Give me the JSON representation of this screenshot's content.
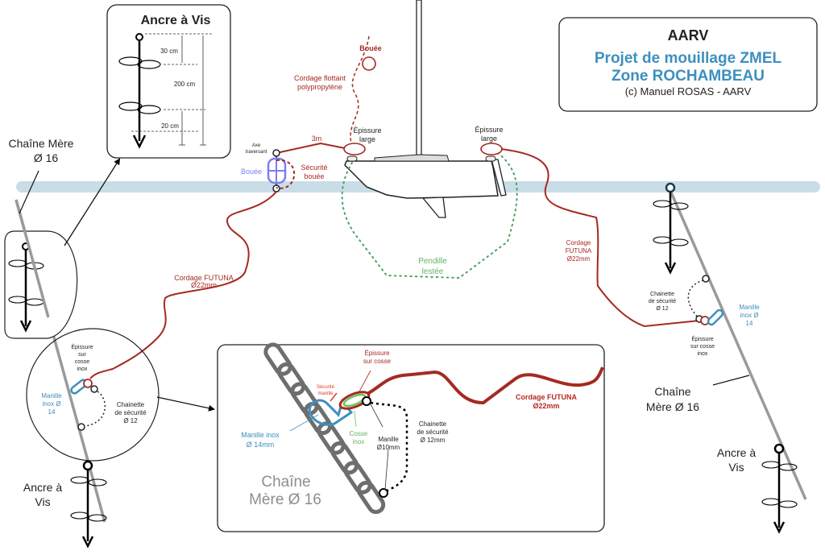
{
  "title_box": {
    "org": "AARV",
    "project": "Projet de mouillage ZMEL",
    "zone": "Zone ROCHAMBEAU",
    "copyright": "(c) Manuel ROSAS - AARV"
  },
  "anchor_detail": {
    "title": "Ancre à Vis",
    "dim_top": "30 cm",
    "dim_total": "200 cm",
    "dim_bottom": "20 cm"
  },
  "left_side": {
    "chain_label_line1": "Chaîne Mère",
    "chain_label_line2": "Ø 16",
    "anchor_label_line1": "Ancre à",
    "anchor_label_line2": "Vis",
    "splice_label": [
      "Épissure",
      "sur",
      "cosse",
      "inox"
    ],
    "shackle_label": [
      "Manille",
      "inox Ø",
      "14"
    ],
    "safety_chain_label": [
      "Chainette",
      "de sécurité",
      "Ø 12"
    ],
    "rope_label": [
      "Cordage FUTUNA",
      "Ø22mm"
    ]
  },
  "center": {
    "buoy_top_label": "Bouée",
    "float_rope_label": [
      "Cordage flottant",
      "polypropylène"
    ],
    "splice_left_label": [
      "Épissure",
      "large"
    ],
    "splice_right_label": [
      "Épissure",
      "large"
    ],
    "length_label": "3m",
    "axis_label": [
      "Axe",
      "traversant"
    ],
    "buoy_label": "Bouée",
    "buoy_safety_label": [
      "Sécurité",
      "bouée"
    ],
    "pendant_label": [
      "Pendille",
      "lestée"
    ]
  },
  "right_side": {
    "rope_label": [
      "Cordage",
      "FUTUNA",
      "Ø22mm"
    ],
    "safety_chain_label": [
      "Chainette",
      "de sécurité",
      "Ø 12"
    ],
    "shackle_label": [
      "Manille",
      "inox Ø",
      "14"
    ],
    "splice_label": [
      "Épissure",
      "sur cosse",
      "inox"
    ],
    "chain_label_line1": "Chaîne",
    "chain_label_line2": "Mère Ø 16",
    "anchor_label_line1": "Ancre à",
    "anchor_label_line2": "Vis"
  },
  "zoom_detail": {
    "splice_label": [
      "Épissure",
      "sur cosse"
    ],
    "shackle_safety_label": [
      "Sécurité",
      "manille"
    ],
    "shackle_label": [
      "Manille inox",
      "Ø 14mm"
    ],
    "thimble_label": [
      "Cosse",
      "inox"
    ],
    "small_shackle_label": [
      "Manille",
      "Ø10mm"
    ],
    "safety_chain_label": [
      "Chainette",
      "de sécurité",
      "Ø 12mm"
    ],
    "rope_label": [
      "Cordage FUTUNA",
      "Ø22mm"
    ],
    "chain_label_line1": "Chaîne",
    "chain_label_line2": "Mère Ø 16"
  },
  "colors": {
    "water": "#c9dde7",
    "rope": "#a52a22",
    "chain": "#9a9a9a",
    "shackle": "#3d8fc0",
    "buoy": "#7f7df0",
    "pendant": "#4aa060",
    "thimble": "#6cc45c"
  }
}
